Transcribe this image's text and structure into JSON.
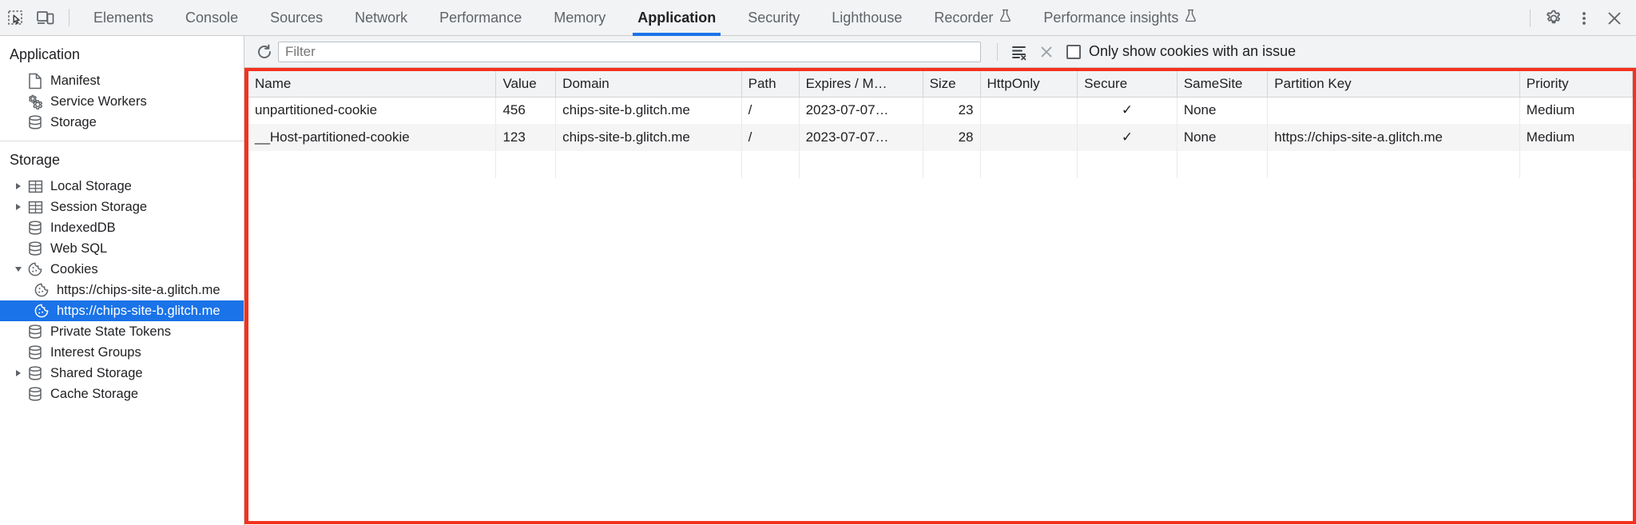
{
  "toolbar": {
    "inspect_icon": "inspect-element-icon",
    "device_icon": "device-toolbar-icon",
    "tabs": [
      {
        "label": "Elements",
        "active": false,
        "experimental": false
      },
      {
        "label": "Console",
        "active": false,
        "experimental": false
      },
      {
        "label": "Sources",
        "active": false,
        "experimental": false
      },
      {
        "label": "Network",
        "active": false,
        "experimental": false
      },
      {
        "label": "Performance",
        "active": false,
        "experimental": false
      },
      {
        "label": "Memory",
        "active": false,
        "experimental": false
      },
      {
        "label": "Application",
        "active": true,
        "experimental": false
      },
      {
        "label": "Security",
        "active": false,
        "experimental": false
      },
      {
        "label": "Lighthouse",
        "active": false,
        "experimental": false
      },
      {
        "label": "Recorder",
        "active": false,
        "experimental": true
      },
      {
        "label": "Performance insights",
        "active": false,
        "experimental": true
      }
    ],
    "settings_icon": "gear-icon",
    "more_icon": "more-vertical-icon",
    "close_icon": "close-icon",
    "accent_color": "#1a73e8"
  },
  "sidebar": {
    "application": {
      "title": "Application",
      "items": [
        {
          "label": "Manifest",
          "icon": "manifest-document-icon"
        },
        {
          "label": "Service Workers",
          "icon": "service-workers-gears-icon"
        },
        {
          "label": "Storage",
          "icon": "storage-database-icon"
        }
      ]
    },
    "storage": {
      "title": "Storage",
      "items": [
        {
          "label": "Local Storage",
          "icon": "table-icon",
          "expandable": true,
          "expanded": false,
          "indent": 1,
          "selected": false
        },
        {
          "label": "Session Storage",
          "icon": "table-icon",
          "expandable": true,
          "expanded": false,
          "indent": 1,
          "selected": false
        },
        {
          "label": "IndexedDB",
          "icon": "storage-database-icon",
          "expandable": false,
          "expanded": false,
          "indent": 1,
          "selected": false
        },
        {
          "label": "Web SQL",
          "icon": "storage-database-icon",
          "expandable": false,
          "expanded": false,
          "indent": 1,
          "selected": false
        },
        {
          "label": "Cookies",
          "icon": "cookie-icon",
          "expandable": true,
          "expanded": true,
          "indent": 1,
          "selected": false
        },
        {
          "label": "https://chips-site-a.glitch.me",
          "icon": "cookie-icon",
          "expandable": false,
          "expanded": false,
          "indent": 2,
          "selected": false
        },
        {
          "label": "https://chips-site-b.glitch.me",
          "icon": "cookie-icon",
          "expandable": false,
          "expanded": false,
          "indent": 2,
          "selected": true
        },
        {
          "label": "Private State Tokens",
          "icon": "storage-database-icon",
          "expandable": false,
          "expanded": false,
          "indent": 1,
          "selected": false
        },
        {
          "label": "Interest Groups",
          "icon": "storage-database-icon",
          "expandable": false,
          "expanded": false,
          "indent": 1,
          "selected": false
        },
        {
          "label": "Shared Storage",
          "icon": "storage-database-icon",
          "expandable": true,
          "expanded": false,
          "indent": 1,
          "selected": false
        },
        {
          "label": "Cache Storage",
          "icon": "storage-database-icon",
          "expandable": false,
          "expanded": false,
          "indent": 1,
          "selected": false
        }
      ]
    },
    "selected_color": "#1a73e8"
  },
  "filterbar": {
    "refresh_icon": "refresh-icon",
    "filter_value": "",
    "filter_placeholder": "Filter",
    "clear_all_icon": "clear-all-cookies-icon",
    "clear_filter_icon": "close-icon",
    "checkbox_label": "Only show cookies with an issue",
    "checkbox_checked": false
  },
  "cookie_table": {
    "highlight_color": "#f4321f",
    "columns": [
      "Name",
      "Value",
      "Domain",
      "Path",
      "Expires / M…",
      "Size",
      "HttpOnly",
      "Secure",
      "SameSite",
      "Partition Key",
      "Priority"
    ],
    "rows": [
      {
        "name": "unpartitioned-cookie",
        "value": "456",
        "domain": "chips-site-b.glitch.me",
        "path": "/",
        "expires": "2023-07-07…",
        "size": "23",
        "httponly": "",
        "secure": "✓",
        "samesite": "None",
        "partition_key": "",
        "priority": "Medium"
      },
      {
        "name": "__Host-partitioned-cookie",
        "value": "123",
        "domain": "chips-site-b.glitch.me",
        "path": "/",
        "expires": "2023-07-07…",
        "size": "28",
        "httponly": "",
        "secure": "✓",
        "samesite": "None",
        "partition_key": "https://chips-site-a.glitch.me",
        "priority": "Medium"
      }
    ]
  }
}
